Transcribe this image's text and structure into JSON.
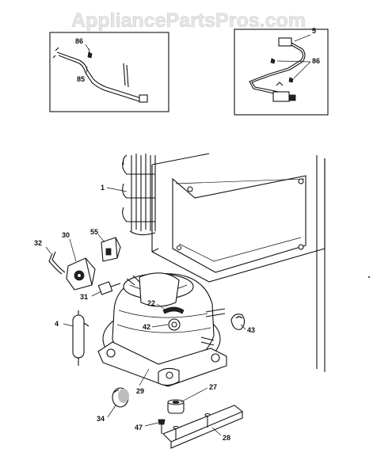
{
  "watermark": "AppliancePartsPros.com",
  "callouts": {
    "c86a": "86",
    "c85": "85",
    "c5": "5",
    "c86b": "86",
    "c1": "1",
    "c55": "55",
    "c30": "30",
    "c32": "32",
    "c31": "31",
    "c22": "22",
    "c42": "42",
    "c43": "43",
    "c4": "4",
    "c29": "29",
    "c27": "27",
    "c34": "34",
    "c47": "47",
    "c28": "28"
  }
}
